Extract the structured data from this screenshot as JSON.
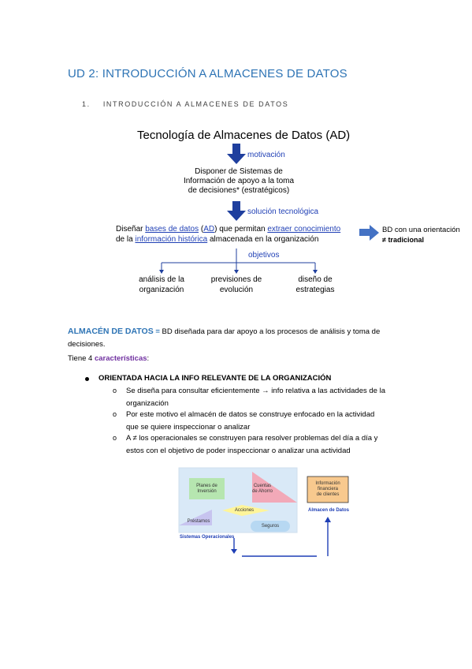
{
  "heading": {
    "title": "UD 2: INTRODUCCIÓN A ALMACENES DE DATOS",
    "subsection_number": "1.",
    "subsection_title": "INTRODUCCIÓN A ALMACENES DE DATOS"
  },
  "figure1": {
    "title": "Tecnología de Almacenes de Datos (AD)",
    "arrow1_label": "motivación",
    "box1_line1": "Disponer de Sistemas de",
    "box1_line2": "Información de apoyo a la toma",
    "box1_line3": "de decisiones* (estratégicos)",
    "arrow2_label": "solución tecnológica",
    "line_a_pre": "Diseñar ",
    "line_a_link1": "bases de datos",
    "line_a_mid1": " (",
    "line_a_link2": "AD",
    "line_a_mid2": ") que permitan ",
    "line_a_link3": "extraer conocimiento",
    "line_b_pre": "de la ",
    "line_b_link": "información histórica",
    "line_b_post": " almacenada en la organización",
    "side_note_line1": "BD con una orientación",
    "side_note_line2": "≠ tradicional",
    "objetivos_label": "objetivos",
    "goal1_line1": "análisis de la",
    "goal1_line2": "organización",
    "goal2_line1": "previsiones de",
    "goal2_line2": "evolución",
    "goal3_line1": "diseño de",
    "goal3_line2": "estrategias",
    "arrow_color": "#1f3f9e",
    "side_arrow_color": "#4472c4"
  },
  "body": {
    "def_term": "ALMACÉN DE DATOS",
    "def_equals": " = ",
    "def_text_line1": "BD diseñada para dar apoyo a los procesos de análisis y toma de",
    "def_text_line2": "decisiones.",
    "tiene_pre": "Tiene 4 ",
    "tiene_link": "características",
    "tiene_post": ":",
    "bullet1": "ORIENTADA HACIA LA INFO RELEVANTE DE LA ORGANIZACIÓN",
    "sub_marker": "o",
    "sub1_line1": "Se diseña para consultar eficientemente  → info relativa a las actividades de la",
    "sub1_line2": "organización",
    "sub2_line1": "Por este motivo el almacén de datos se construye enfocado en la actividad",
    "sub2_line2": "que se quiere inspeccionar o analizar",
    "sub3_line1": "A ≠ los operacionales se construyen para resolver problemas del día a día y",
    "sub3_line2": "estos con el objetivo de poder inspeccionar o analizar una actividad"
  },
  "figure2": {
    "box_planes_line1": "Planes de",
    "box_planes_line2": "Inversión",
    "box_cuentas_line1": "Cuentas",
    "box_cuentas_line2": "de Ahorro",
    "box_acciones": "Acciones",
    "box_prestamos": "Préstamos",
    "box_seguros": "Seguros",
    "label_operacionales": "Sistemas Operacionales",
    "box_info_line1": "Información",
    "box_info_line2": "financiera",
    "box_info_line3": "de clientes",
    "label_almacen": "Almacen de Datos",
    "colors": {
      "frame_bg": "#d9e9f7",
      "planes": "#b6e6b0",
      "cuentas": "#f2a9b8",
      "acciones": "#fff59a",
      "prestamos": "#c7c4ef",
      "seguros": "#b7d8f2",
      "info": "#f8c98e",
      "arrow": "#1f3fb5"
    }
  }
}
